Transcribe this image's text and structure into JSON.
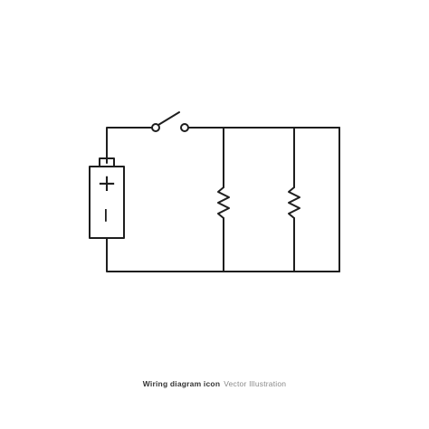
{
  "caption": {
    "title": "Wiring diagram icon",
    "subtitle": "Vector Illustration"
  },
  "colors": {
    "background": "#ffffff",
    "line": "#1e1e1e",
    "caption_title": "#333333",
    "caption_subtitle": "#8a8a8a"
  },
  "diagram": {
    "components": [
      {
        "type": "battery",
        "terminals": [
          "+",
          "−"
        ]
      },
      {
        "type": "switch",
        "state": "open"
      },
      {
        "type": "resistor"
      },
      {
        "type": "resistor"
      }
    ]
  }
}
